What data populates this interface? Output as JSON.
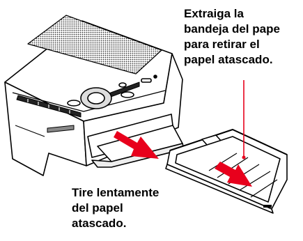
{
  "captions": {
    "remove_tray": "Extraiga la\nbandeja del pape\npara retirar el\npapel atascado.",
    "pull_paper": "Tire lentamente\ndel papel\natascado."
  },
  "colors": {
    "arrow": "#e8001c",
    "line": "#000000",
    "fill": "#ffffff",
    "grille": "#3a3a3a"
  },
  "icons": {
    "printer": "printer-illustration",
    "tray": "paper-tray-illustration",
    "pull_arrow": "red-arrow-icon"
  }
}
